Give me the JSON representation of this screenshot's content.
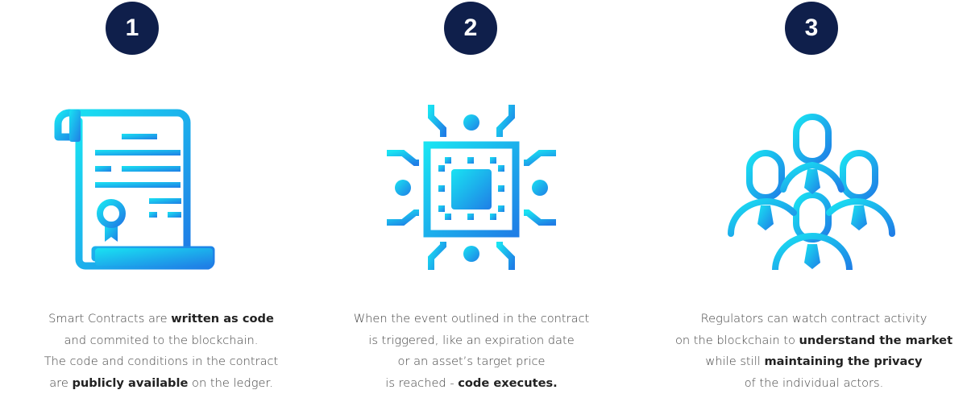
{
  "steps": [
    {
      "number": "1",
      "icon": "scroll-contract-icon",
      "lines": [
        [
          {
            "t": "Smart Contracts are ",
            "b": false
          },
          {
            "t": "written as code",
            "b": true
          }
        ],
        [
          {
            "t": "and commited to the blockchain.",
            "b": false
          }
        ],
        [
          {
            "t": "The code and conditions in the contract",
            "b": false
          }
        ],
        [
          {
            "t": "are ",
            "b": false
          },
          {
            "t": "publicly available",
            "b": true
          },
          {
            "t": " on the ledger.",
            "b": false
          }
        ]
      ]
    },
    {
      "number": "2",
      "icon": "cpu-chip-icon",
      "lines": [
        [
          {
            "t": "When the event outlined in the contract",
            "b": false
          }
        ],
        [
          {
            "t": "is triggered, like an expiration date",
            "b": false
          }
        ],
        [
          {
            "t": "or an asset’s target price",
            "b": false
          }
        ],
        [
          {
            "t": "is reached - ",
            "b": false
          },
          {
            "t": "code executes.",
            "b": true
          }
        ]
      ]
    },
    {
      "number": "3",
      "icon": "people-group-icon",
      "lines": [
        [
          {
            "t": "Regulators can watch contract activity",
            "b": false
          }
        ],
        [
          {
            "t": "on the blockchain to ",
            "b": false
          },
          {
            "t": "understand the market",
            "b": true
          }
        ],
        [
          {
            "t": "while still ",
            "b": false
          },
          {
            "t": "maintaining the privacy",
            "b": true
          }
        ],
        [
          {
            "t": "of the individual actors.",
            "b": false
          }
        ]
      ]
    }
  ],
  "colors": {
    "badge": "#0f1f4b",
    "gradient_start": "#18e0f0",
    "gradient_end": "#1f7fe8"
  }
}
